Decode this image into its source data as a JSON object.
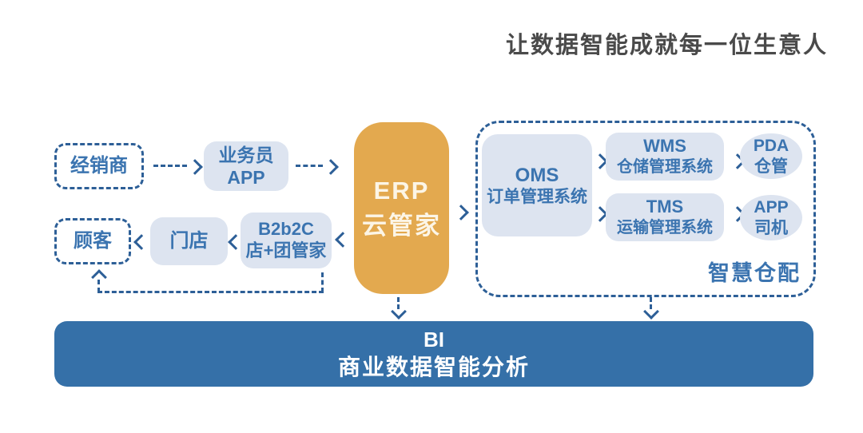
{
  "tagline": "让数据智能成就每一位生意人",
  "colors": {
    "accent_orange": "#e3a94f",
    "box_blue_bg": "#dde4f0",
    "text_blue": "#3b74b0",
    "dash_border_blue": "#2d5f97",
    "bi_bar_blue": "#3570a8",
    "erp_text_cream": "#fcf5e6",
    "tagline_gray": "#4a4a4a"
  },
  "sales_flow": {
    "distributor": "经销商",
    "salesman_app": {
      "line1": "业务员",
      "line2": "APP"
    }
  },
  "customer_flow": {
    "customer": "顾客",
    "store": "门店",
    "b2b2c": {
      "line1": "B2b2C",
      "line2": "店+团管家"
    }
  },
  "erp": {
    "line1": "ERP",
    "line2": "云管家"
  },
  "warehouse_zone": {
    "oms": {
      "line1": "OMS",
      "line2": "订单管理系统"
    },
    "wms": {
      "line1": "WMS",
      "line2": "仓储管理系统"
    },
    "tms": {
      "line1": "TMS",
      "line2": "运输管理系统"
    },
    "pda": {
      "line1": "PDA",
      "line2": "仓管"
    },
    "driver_app": {
      "line1": "APP",
      "line2": "司机"
    },
    "zone_label": "智慧仓配"
  },
  "bi_bar": {
    "line1": "BI",
    "line2": "商业数据智能分析"
  }
}
